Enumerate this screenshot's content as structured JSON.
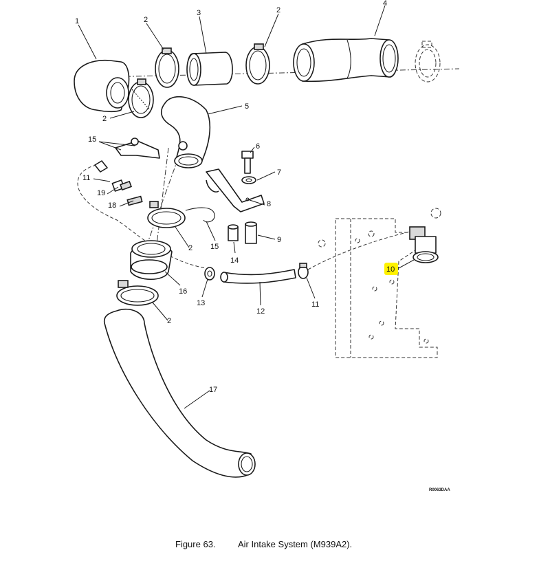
{
  "figure": {
    "number_label": "Figure 63.",
    "title": "Air Intake System (M939A2)."
  },
  "drawing_code": "R0063DAA",
  "highlight_color": "#fff200",
  "highlighted_callout": "10",
  "callouts": [
    "1",
    "2",
    "3",
    "2",
    "4",
    "2",
    "5",
    "15",
    "6",
    "7",
    "11",
    "19",
    "18",
    "8",
    "2",
    "15",
    "9",
    "14",
    "16",
    "13",
    "12",
    "11",
    "2",
    "10",
    "17"
  ],
  "parts": [
    {
      "number": "1",
      "shape": "elbow-hose"
    },
    {
      "number": "2",
      "shape": "hose-clamp"
    },
    {
      "number": "3",
      "shape": "straight-sleeve"
    },
    {
      "number": "4",
      "shape": "reducer-hose"
    },
    {
      "number": "5",
      "shape": "elbow-tube"
    },
    {
      "number": "6",
      "shape": "bolt"
    },
    {
      "number": "7",
      "shape": "washer"
    },
    {
      "number": "8",
      "shape": "bracket"
    },
    {
      "number": "9",
      "shape": "spacer"
    },
    {
      "number": "10",
      "shape": "restriction-indicator"
    },
    {
      "number": "11",
      "shape": "small-clamp"
    },
    {
      "number": "12",
      "shape": "tube"
    },
    {
      "number": "13",
      "shape": "grommet"
    },
    {
      "number": "14",
      "shape": "spacer"
    },
    {
      "number": "15",
      "shape": "bracket-and-u-bolt"
    },
    {
      "number": "16",
      "shape": "adapter"
    },
    {
      "number": "17",
      "shape": "long-tube"
    },
    {
      "number": "18",
      "shape": "fitting"
    },
    {
      "number": "19",
      "shape": "fitting"
    }
  ]
}
